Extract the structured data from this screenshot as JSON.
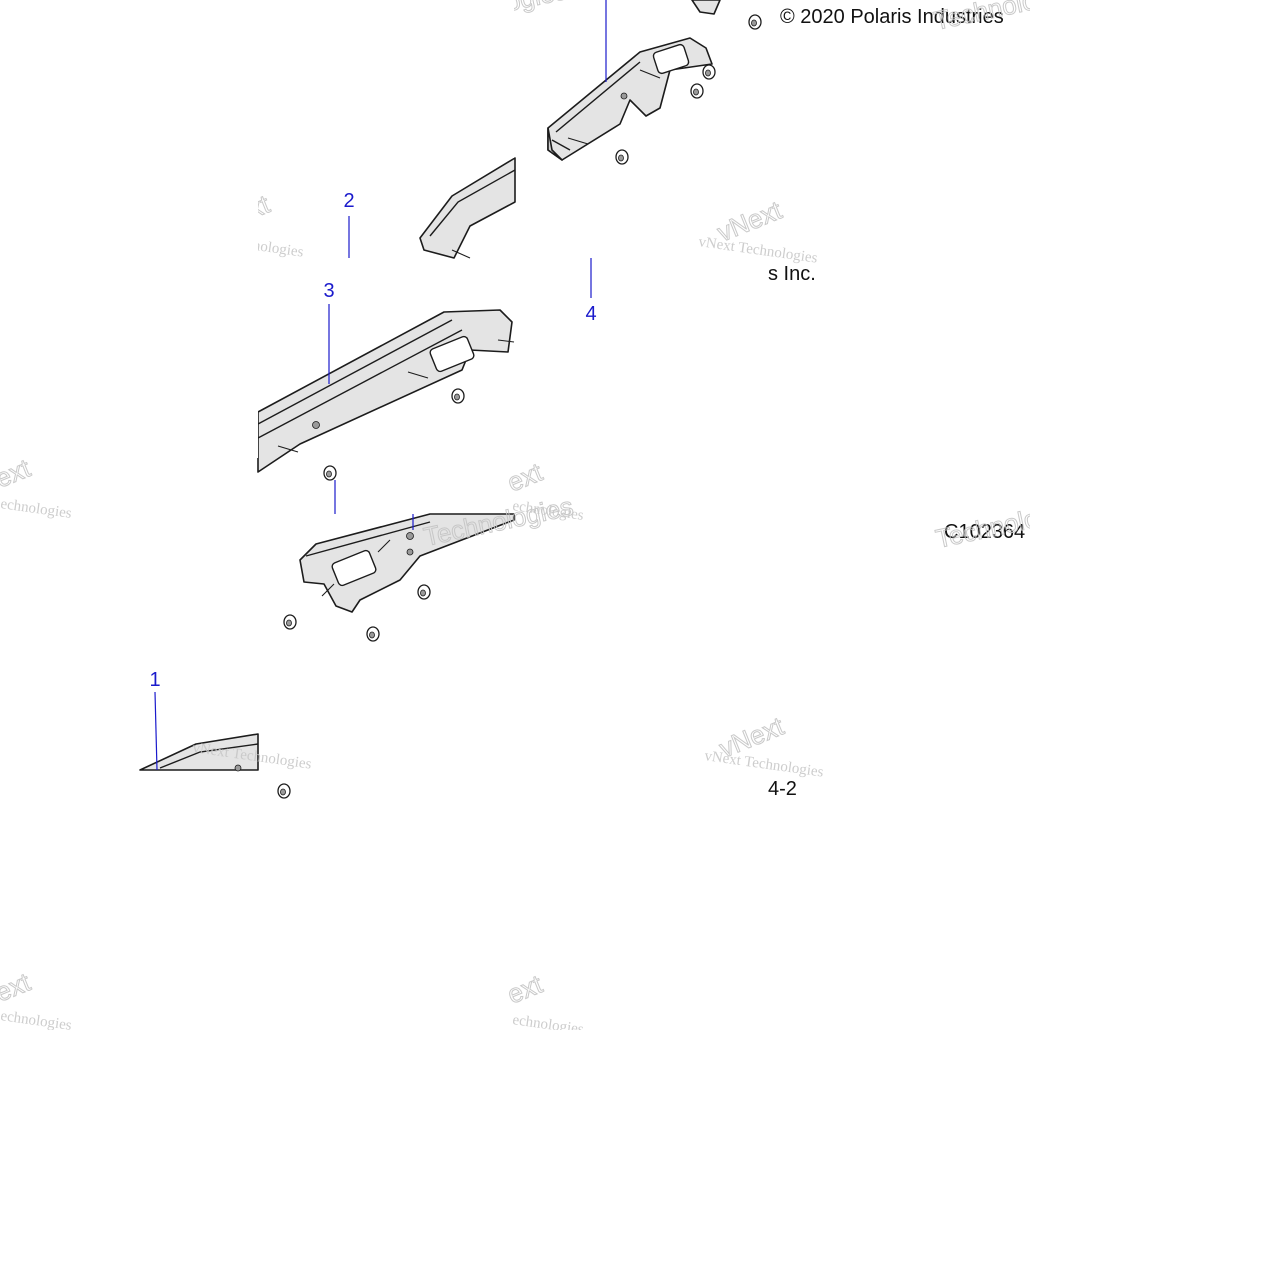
{
  "copyright": "© 2020 Polaris Industries",
  "copyright_tail": "s Inc.",
  "figure_id": "C102364",
  "page_fragment": "4-2",
  "callouts": [
    "1",
    "2",
    "3",
    "4"
  ],
  "watermark": {
    "line1": "vNext Technologies",
    "line2": "Technologies",
    "fragment_next": "vNext",
    "fragment_ext": "ext",
    "fragment_techno": "echnologies"
  },
  "icons": [
    "tail-light-assembly",
    "mounting-nut",
    "connector-plug"
  ]
}
